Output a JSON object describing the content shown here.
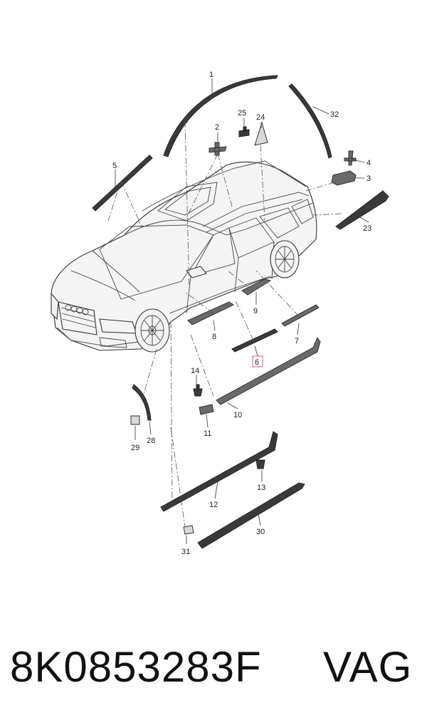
{
  "callouts": {
    "c1": "1",
    "c2": "2",
    "c3": "3",
    "c4": "4",
    "c5": "5",
    "c6": "6",
    "c7": "7",
    "c8": "8",
    "c9": "9",
    "c10": "10",
    "c11": "11",
    "c12": "12",
    "c13": "13",
    "c14": "14",
    "c23": "23",
    "c24": "24",
    "c25": "25",
    "c28": "28",
    "c29": "29",
    "c30": "30",
    "c31": "31",
    "c32": "32"
  },
  "highlight_color": "#e0627a",
  "caption": {
    "part_number": "8K0853283F",
    "brand": "VAG"
  }
}
